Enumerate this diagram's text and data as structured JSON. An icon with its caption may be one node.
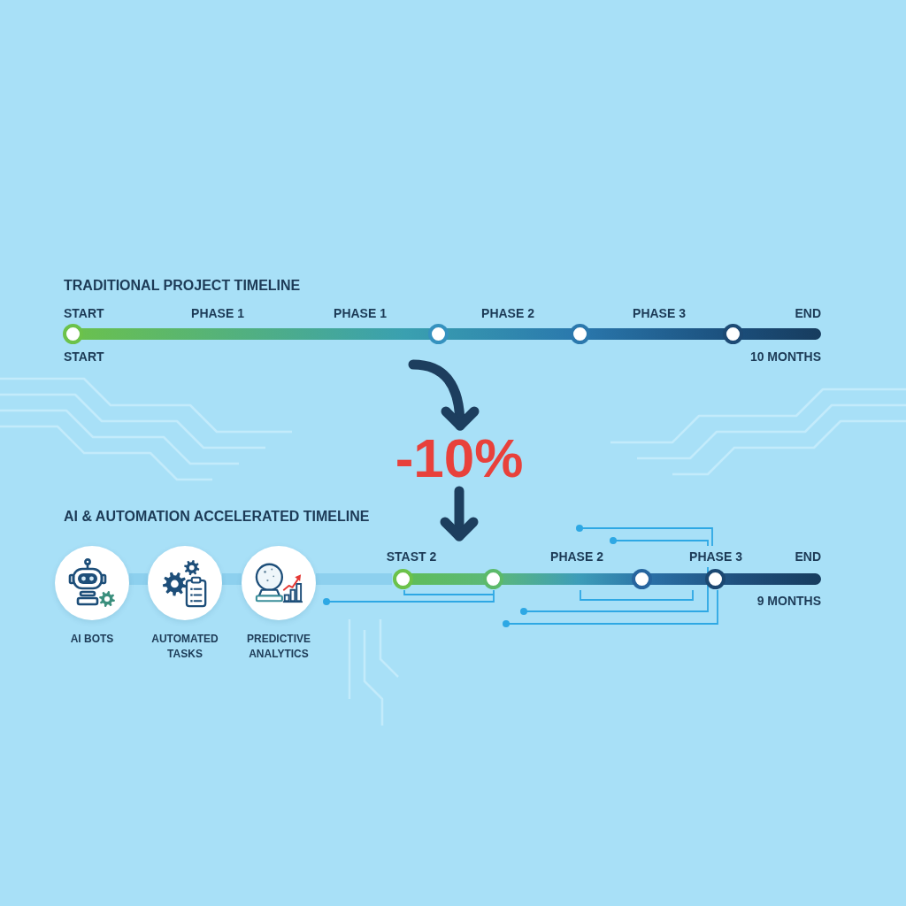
{
  "diagram": {
    "nodes": [
      {
        "text": [],
        "shape": "bar",
        "beside": [
          "START",
          "PHASE 1",
          "PHASE 1",
          "PHASE 2",
          "PHASE 3",
          "END",
          "START",
          "10 MONTHS"
        ]
      },
      {
        "text": [
          "-10%"
        ]
      },
      {
        "text": [
          "AI BOTS"
        ]
      },
      {
        "text": [
          "AUTOMATED TASKS"
        ]
      },
      {
        "text": [
          "PREDICTIVE ANALYTICS"
        ]
      },
      {
        "text": [],
        "shape": "bar",
        "beside": [
          "STAST 2",
          "PHASE 2",
          "PHASE 3",
          "END",
          "9 MONTHS"
        ]
      }
    ],
    "edges": [
      {
        "from": 0,
        "to": 1,
        "arrow": "to"
      },
      {
        "from": 1,
        "to": 5,
        "arrow": "to"
      }
    ],
    "labels": [
      "TRADITIONAL PROJECT TIMELINE",
      "AI & AUTOMATION ACCELERATED TIMELINE"
    ]
  }
}
